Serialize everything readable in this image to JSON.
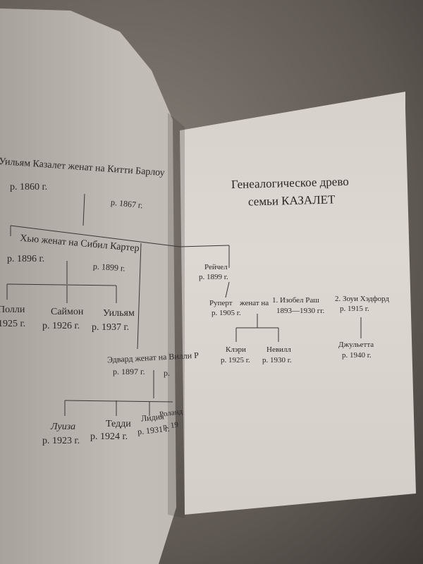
{
  "title": {
    "line1": "Генеалогическое древо",
    "line2": "семьи КАЗАЛЕТ"
  },
  "left_page": {
    "gen1": {
      "couple": "Уильям Казалет женат на Китти Барлоу",
      "his_birth": "р. 1860 г.",
      "her_birth": "р. 1867 г."
    },
    "hugh": {
      "couple": "Хью  женат на Сибил Картер",
      "his_birth": "р. 1896 г.",
      "her_birth": "р. 1899 г."
    },
    "hugh_children": [
      {
        "name": "Полли",
        "birth": "1925 г."
      },
      {
        "name": "Саймон",
        "birth": "р. 1926 г."
      },
      {
        "name": "Уильям",
        "birth": "р. 1937 г."
      }
    ],
    "edward": {
      "couple": "Эдвард  женат на Вилли Р",
      "his_birth": "р. 1897 г.",
      "her_birth": "р."
    },
    "edward_children": [
      {
        "name": "Луиза",
        "birth": "р. 1923 г."
      },
      {
        "name": "Тедди",
        "birth": "р. 1924 г."
      },
      {
        "name": "Лидия",
        "birth": "р. 1931 г."
      },
      {
        "name": "Роланд",
        "birth": "р. 19"
      }
    ]
  },
  "right_page": {
    "rachel": {
      "name": "Рейчел",
      "birth": "р. 1899 г."
    },
    "rupert": {
      "name": "Руперт",
      "married": "женат на",
      "birth": "р. 1905 г.",
      "wife1": "1. Изобел Раш",
      "wife1_years": "1893—1930 гг.",
      "wife2": "2. Зоуи Хэдфорд",
      "wife2_birth": "р. 1915 г."
    },
    "rupert_children_1": [
      {
        "name": "Клэри",
        "birth": "р. 1925 г."
      },
      {
        "name": "Невилл",
        "birth": "р. 1930 г."
      }
    ],
    "rupert_children_2": [
      {
        "name": "Джульетта",
        "birth": "р. 1940 г."
      }
    ]
  }
}
